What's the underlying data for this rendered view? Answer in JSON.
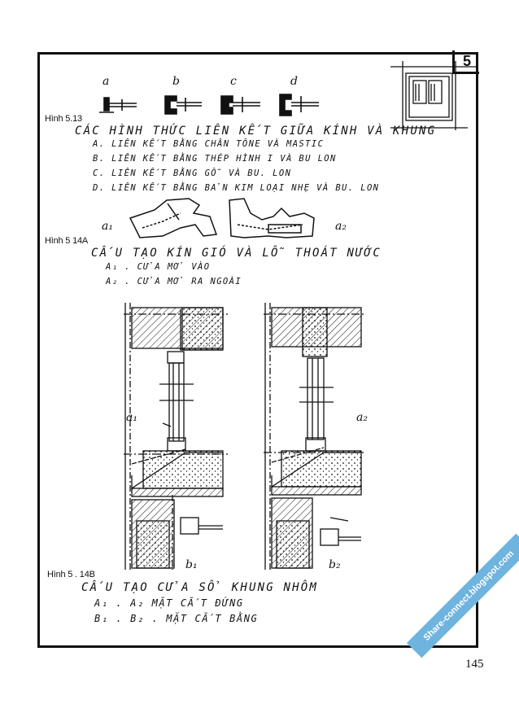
{
  "sheet_number": "5",
  "page_number": "145",
  "watermark": "Share-connect.blogspot.com",
  "fig_513": {
    "caption": "Hình 5.13",
    "labels": [
      "a",
      "b",
      "c",
      "d"
    ],
    "title": "CÁC HÌNH THỨC LIÊN KẾT GIỮA KÍNH VÀ KHUNG",
    "items": [
      "a. LIÊN KẾT BẰNG CHÂN TÔNE VÀ MASTIC",
      "b. LIÊN KẾT BẰNG THÉP HÌNH I VÀ BU LON",
      "c. LIÊN KẾT BẰNG GỖ VÀ BU. LON",
      "d. LIÊN KẾT BẰNG BẢN KIM LOẠI NHẸ VÀ BU. LON"
    ]
  },
  "fig_514a": {
    "caption": "Hình 5 14A",
    "labels": [
      "a₁",
      "a₂"
    ],
    "title": "CẤU TẠO KÍN GIÓ VÀ LỖ THOÁT NƯỚC",
    "items": [
      "a₁ . CỬA MỞ VÀO",
      "a₂ . CỬA MỞ RA NGOÀI"
    ]
  },
  "fig_514b": {
    "caption": "Hình 5 . 14B",
    "labels": [
      "a₁",
      "a₂",
      "b₁",
      "b₂"
    ],
    "title": "CẤU TẠO CỬA SỔ KHUNG NHÔM",
    "items": [
      "a₁ . a₂  MẶT CẮT ĐỨNG",
      "b₁ . b₂ . MẶT CẮT BẰNG"
    ]
  }
}
